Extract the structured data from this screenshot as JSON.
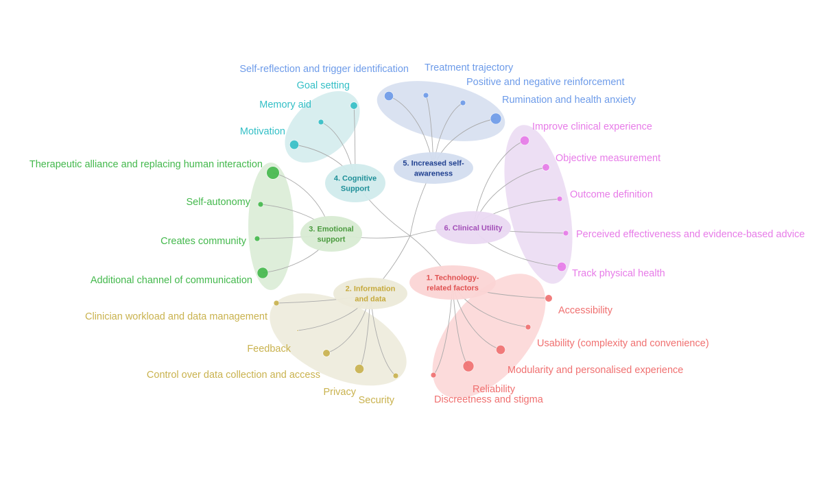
{
  "themes": [
    {
      "id": "t1",
      "label_lines": [
        "1. Technology-",
        "related factors"
      ],
      "color": "#f07070",
      "text_color": "#e05252",
      "cluster_color": "#fbd5d5",
      "leaves": [
        {
          "label": "Accessibility",
          "weight": 2
        },
        {
          "label": "Usability (complexity and convenience)",
          "weight": 1
        },
        {
          "label": "Modularity and personalised experience",
          "weight": 3
        },
        {
          "label": "Reliability",
          "weight": 4
        },
        {
          "label": "Discreetness and stigma",
          "weight": 1
        }
      ]
    },
    {
      "id": "t2",
      "label_lines": [
        "2. Information",
        "and data"
      ],
      "color": "#c9b24e",
      "text_color": "#c6a93b",
      "cluster_color": "#ecead9",
      "leaves": [
        {
          "label": "Clinician workload and data management",
          "weight": 1
        },
        {
          "label": "Feedback",
          "weight": 0
        },
        {
          "label": "Control over data collection and access",
          "weight": 2
        },
        {
          "label": "Privacy",
          "weight": 3
        },
        {
          "label": "Security",
          "weight": 1
        }
      ]
    },
    {
      "id": "t3",
      "label_lines": [
        "3. Emotional",
        "support"
      ],
      "color": "#43b84c",
      "text_color": "#4a9a3e",
      "cluster_color": "#d8ebd3",
      "leaves": [
        {
          "label": "Therapeutic alliance and replacing human interaction",
          "weight": 5
        },
        {
          "label": "Self-autonomy",
          "weight": 1
        },
        {
          "label": "Creates community",
          "weight": 1
        },
        {
          "label": "Additional channel of communication",
          "weight": 4
        }
      ]
    },
    {
      "id": "t4",
      "label_lines": [
        "4. Cognitive",
        "Support"
      ],
      "color": "#33bfc6",
      "text_color": "#1e8f98",
      "cluster_color": "#d1ebec",
      "leaves": [
        {
          "label": "Goal setting",
          "weight": 2
        },
        {
          "label": "Memory aid",
          "weight": 1
        },
        {
          "label": "Motivation",
          "weight": 3
        }
      ]
    },
    {
      "id": "t5",
      "label_lines": [
        "5. Increased self-",
        "awareness"
      ],
      "color": "#6d9be9",
      "text_color": "#1f3f8f",
      "cluster_color": "#d3ddef",
      "leaves": [
        {
          "label": "Self-reflection and trigger identification",
          "weight": 3
        },
        {
          "label": "Treatment trajectory",
          "weight": 1
        },
        {
          "label": "Positive and negative reinforcement",
          "weight": 1
        },
        {
          "label": "Rumination and health anxiety",
          "weight": 4
        }
      ]
    },
    {
      "id": "t6",
      "label_lines": [
        "6. Clinical Utility"
      ],
      "color": "#e77be8",
      "text_color": "#a34fb8",
      "cluster_color": "#ead9f2",
      "leaves": [
        {
          "label": "Improve clinical experience",
          "weight": 3
        },
        {
          "label": "Objective measurement",
          "weight": 2
        },
        {
          "label": "Outcome definition",
          "weight": 1
        },
        {
          "label": "Perceived effectiveness and evidence-based advice",
          "weight": 1
        },
        {
          "label": "Track physical health",
          "weight": 3
        }
      ]
    }
  ]
}
